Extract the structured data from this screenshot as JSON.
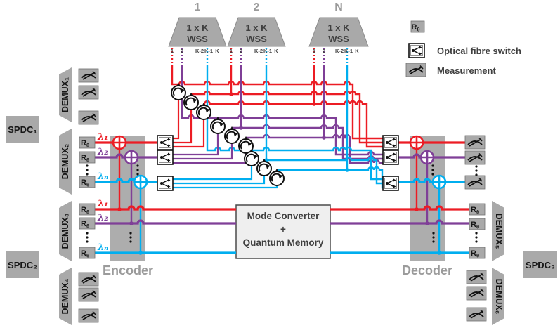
{
  "wss": {
    "headers": [
      "1",
      "2",
      "N"
    ],
    "label_line1": "1 x K",
    "label_line2": "WSS",
    "ticks": [
      "1",
      "2",
      "K-2",
      "K-1",
      "K"
    ]
  },
  "legend": {
    "items": [
      "",
      "Optical fibre switch",
      "Measurement"
    ]
  },
  "symbols": {
    "r_theta_base": "R",
    "r_theta_sub": "θ"
  },
  "sources": {
    "spdc1": "SPDC₁",
    "spdc2": "SPDC₂",
    "spdc3": "SPDC₃"
  },
  "demux": [
    "DEMUX₁",
    "DEMUX₂",
    "DEMUX₃",
    "DEMUX₄",
    "DEMUX₅",
    "DEMUX₆"
  ],
  "lambdas": [
    "λ₁",
    "λ₂",
    "λₙ"
  ],
  "blocks": {
    "encoder": "Encoder",
    "decoder": "Decoder",
    "center_lines": [
      "Mode Converter",
      "+",
      "Quantum Memory"
    ]
  },
  "colors": {
    "red": "#EC1C24",
    "purple": "#7F3F97",
    "cyan": "#00AEEF",
    "box_gray": "#A9A9A9",
    "light_box": "#EFEFEF",
    "text_dark": "#3F3F3F",
    "text_gray": "#9B9B9B"
  }
}
